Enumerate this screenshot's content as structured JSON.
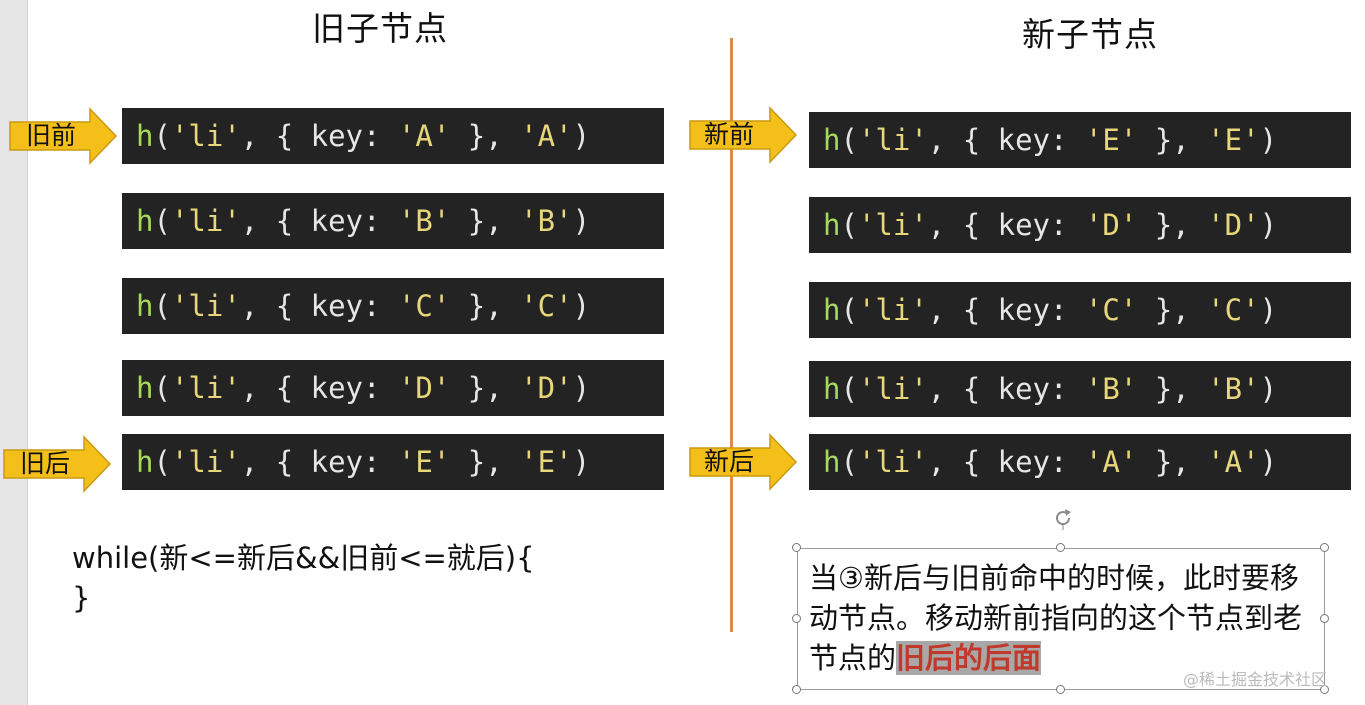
{
  "titles": {
    "old": "旧子节点",
    "new": "新子节点"
  },
  "old_nodes": [
    {
      "fn": "h",
      "tag": "'li'",
      "key": "'A'",
      "text": "'A'"
    },
    {
      "fn": "h",
      "tag": "'li'",
      "key": "'B'",
      "text": "'B'"
    },
    {
      "fn": "h",
      "tag": "'li'",
      "key": "'C'",
      "text": "'C'"
    },
    {
      "fn": "h",
      "tag": "'li'",
      "key": "'D'",
      "text": "'D'"
    },
    {
      "fn": "h",
      "tag": "'li'",
      "key": "'E'",
      "text": "'E'"
    }
  ],
  "new_nodes": [
    {
      "fn": "h",
      "tag": "'li'",
      "key": "'E'",
      "text": "'E'"
    },
    {
      "fn": "h",
      "tag": "'li'",
      "key": "'D'",
      "text": "'D'"
    },
    {
      "fn": "h",
      "tag": "'li'",
      "key": "'C'",
      "text": "'C'"
    },
    {
      "fn": "h",
      "tag": "'li'",
      "key": "'B'",
      "text": "'B'"
    },
    {
      "fn": "h",
      "tag": "'li'",
      "key": "'A'",
      "text": "'A'"
    }
  ],
  "pointers": {
    "old_start": "旧前",
    "old_end": "旧后",
    "new_start": "新前",
    "new_end": "新后"
  },
  "code_words": {
    "key": "key:"
  },
  "loop": {
    "line1": "while(新<=新后&&旧前<=就后){",
    "line2": "}"
  },
  "note": {
    "text": "当③新后与旧前命中的时候，此时要移动节点。移动新前指向的这个节点到老节点的",
    "highlight": "旧后的后面"
  },
  "watermark": "@稀土掘金技术社区",
  "colors": {
    "code_bg": "#232323",
    "fn": "#a6d95a",
    "string": "#e8d67b",
    "arrow": "#f5bf1a",
    "divider": "#e0894b",
    "highlight_text": "#c0392b"
  }
}
